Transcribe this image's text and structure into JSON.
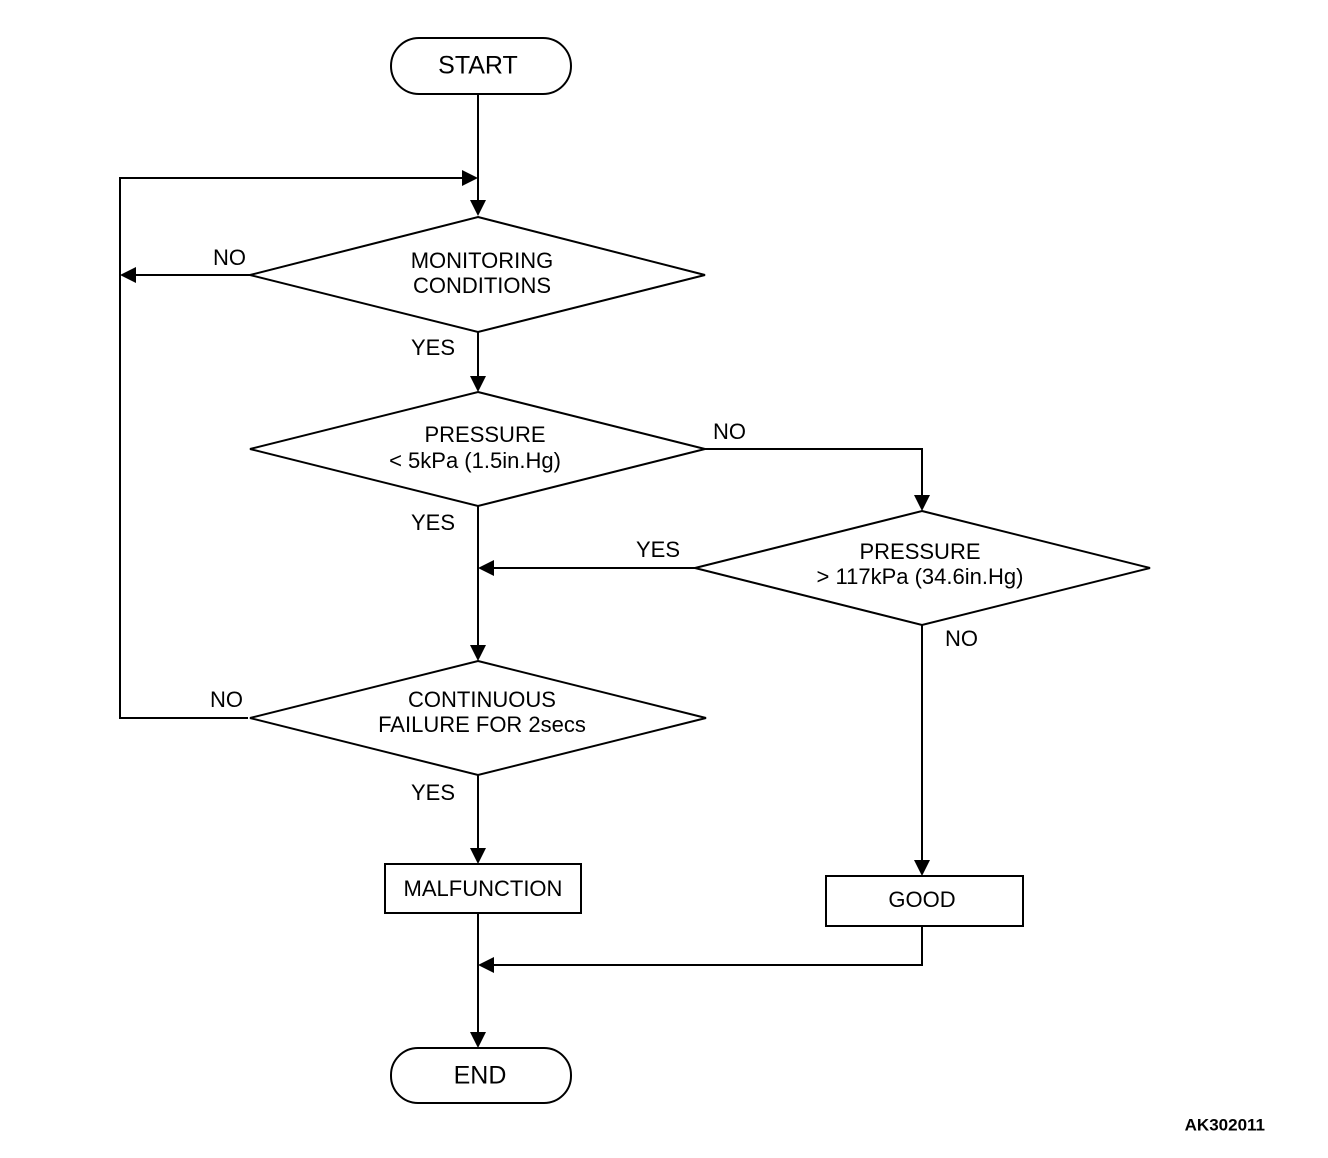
{
  "flowchart": {
    "start": "START",
    "end": "END",
    "decisions": {
      "monitoring": [
        "MONITORING",
        "CONDITIONS"
      ],
      "pressure_low": [
        "PRESSURE",
        "< 5kPa (1.5in.Hg)"
      ],
      "pressure_high": [
        "PRESSURE",
        "> 117kPa (34.6in.Hg)"
      ],
      "continuous": [
        "CONTINUOUS",
        "FAILURE FOR 2secs"
      ]
    },
    "results": {
      "malfunction": "MALFUNCTION",
      "good": "GOOD"
    },
    "edge_labels": {
      "monitoring_no": "NO",
      "monitoring_yes": "YES",
      "pressure_low_no": "NO",
      "pressure_low_yes": "YES",
      "pressure_high_yes": "YES",
      "pressure_high_no": "NO",
      "continuous_no": "NO",
      "continuous_yes": "YES"
    },
    "reference_code": "AK302011"
  }
}
